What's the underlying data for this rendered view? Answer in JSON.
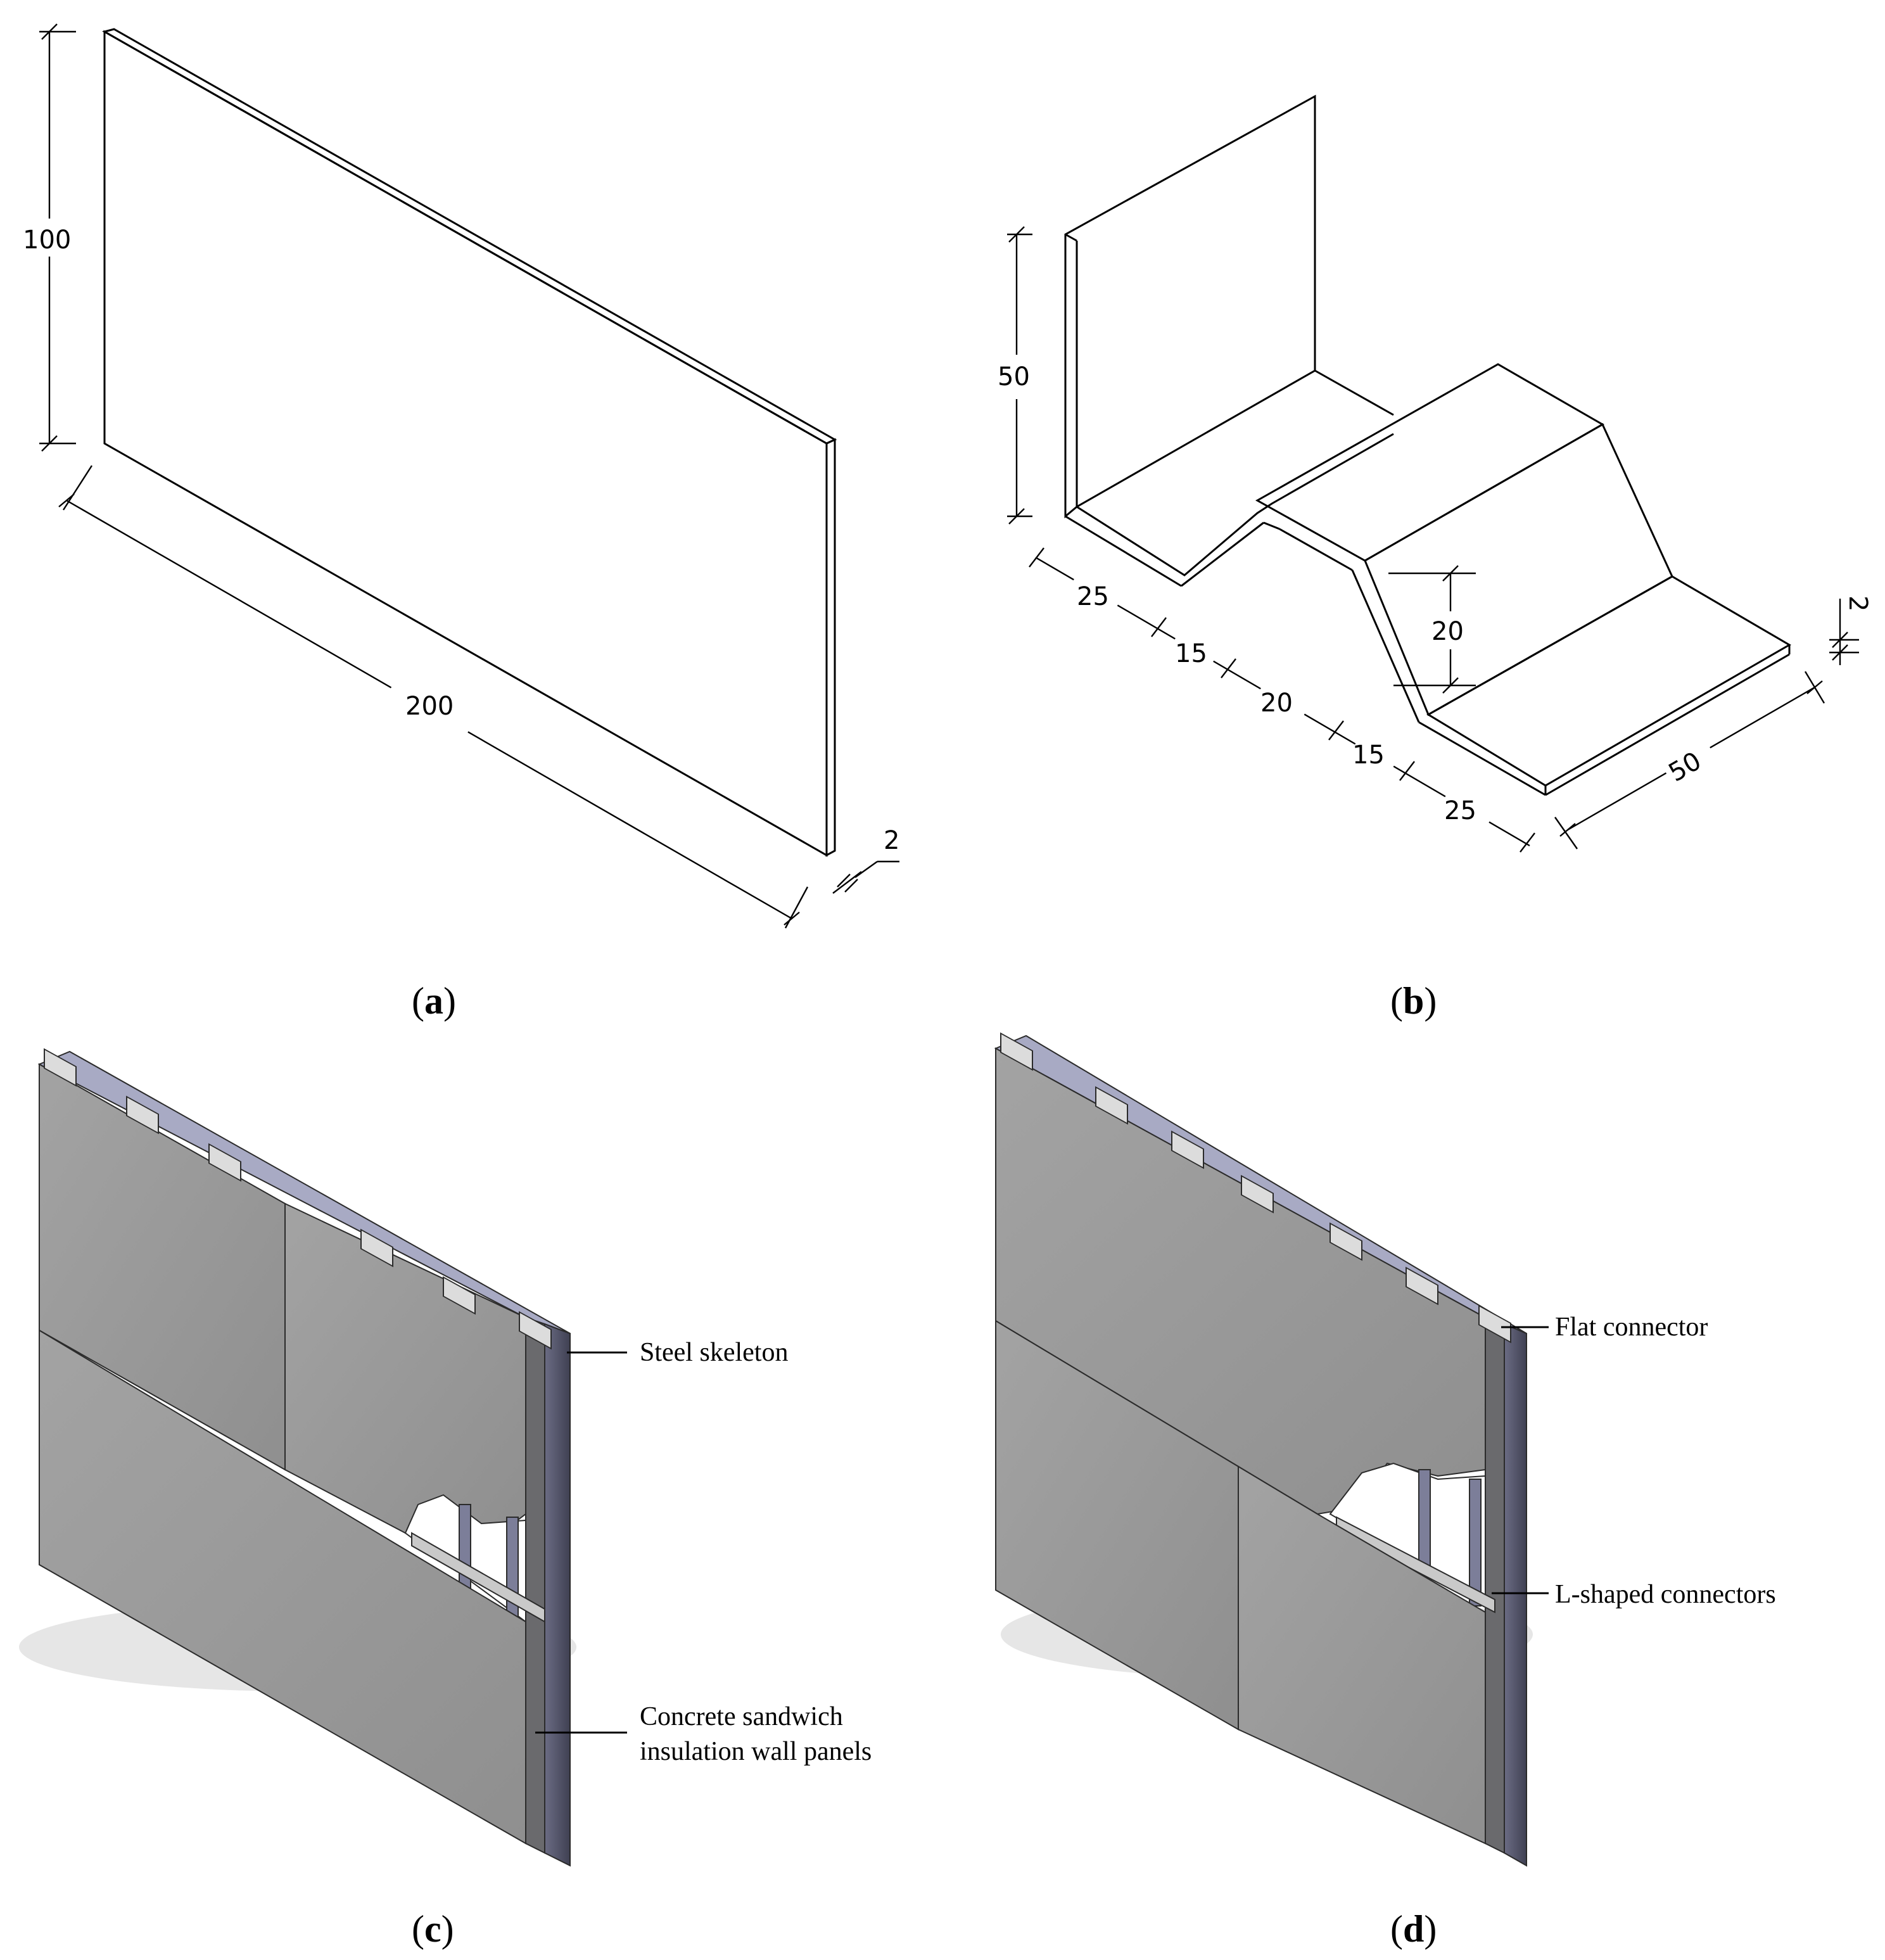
{
  "panel_a": {
    "caption_letter": "a",
    "dims": {
      "height": "100",
      "length": "200",
      "thickness": "2"
    }
  },
  "panel_b": {
    "caption_letter": "b",
    "dims": {
      "height": "50",
      "seg1": "25",
      "seg2": "15",
      "seg3": "20",
      "seg4": "15",
      "seg5": "25",
      "depth": "20",
      "width": "50",
      "thickness": "2"
    }
  },
  "panel_c": {
    "caption_letter": "c",
    "labels": {
      "steel_skeleton": "Steel skeleton",
      "wall_panels_line1": "Concrete sandwich",
      "wall_panels_line2": "insulation wall panels"
    }
  },
  "panel_d": {
    "caption_letter": "d",
    "labels": {
      "flat_connector": "Flat connector",
      "l_connectors": "L-shaped connectors"
    }
  },
  "colors": {
    "panel_face": "#9c9c9c",
    "panel_edge": "#5f5f62",
    "steel": "#9ea0bb",
    "steel_dark": "#4d4e62",
    "plate": "#d6d6d6"
  }
}
